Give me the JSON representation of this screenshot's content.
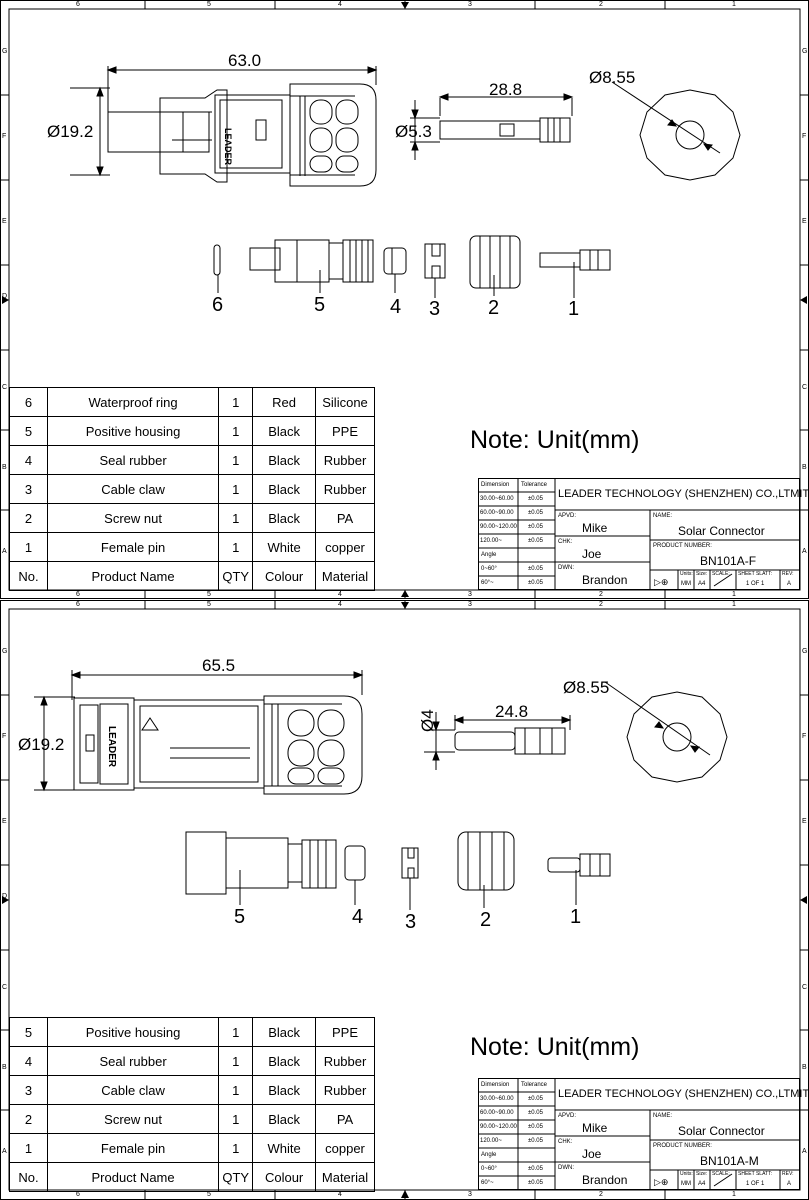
{
  "sheets": [
    {
      "dims": {
        "length": "63.0",
        "dia": "Ø19.2",
        "pin_len": "28.8",
        "pin_dia": "Ø5.3",
        "nut_dia": "Ø8.55"
      },
      "housing_text": "LEADER",
      "callouts": [
        "6",
        "5",
        "4",
        "3",
        "2",
        "1"
      ],
      "note": "Note: Unit(mm)",
      "bom": {
        "rows": [
          {
            "no": "6",
            "name": "Waterproof ring",
            "qty": "1",
            "colour": "Red",
            "material": "Silicone"
          },
          {
            "no": "5",
            "name": "Positive housing",
            "qty": "1",
            "colour": "Black",
            "material": "PPE"
          },
          {
            "no": "4",
            "name": "Seal rubber",
            "qty": "1",
            "colour": "Black",
            "material": "Rubber"
          },
          {
            "no": "3",
            "name": "Cable claw",
            "qty": "1",
            "colour": "Black",
            "material": "Rubber"
          },
          {
            "no": "2",
            "name": "Screw nut",
            "qty": "1",
            "colour": "Black",
            "material": "PA"
          },
          {
            "no": "1",
            "name": "Female pin",
            "qty": "1",
            "colour": "White",
            "material": "copper"
          }
        ],
        "header": {
          "no": "No.",
          "name": "Product Name",
          "qty": "QTY",
          "colour": "Colour",
          "material": "Material"
        }
      },
      "title_block": {
        "dimension": "Dimension",
        "tolerance": "Tolerance",
        "ranges": [
          "30.00~60.00",
          "60.00~90.00",
          "90.00~120.00",
          "120.00~"
        ],
        "tols": [
          "±0.05",
          "±0.05",
          "±0.05",
          "±0.05"
        ],
        "angle": "Angle",
        "angle_ranges": [
          "0~60°",
          "60°~"
        ],
        "angle_tols": [
          "±0.05",
          "±0.05"
        ],
        "company": "LEADER TECHNOLOGY (SHENZHEN) CO.,LTMITED",
        "apvd_label": "APVD:",
        "apvd": "Mike",
        "chk_label": "CHK:",
        "chk": "Joe",
        "dwn_label": "DWN:",
        "dwn": "Brandon",
        "name_label": "NAME:",
        "name": "Solar Connector",
        "pn_label": "PRODUCT NUMBER:",
        "pn": "BN101A-F",
        "units_label": "Units:",
        "units": "MM",
        "size_label": "Size:",
        "size": "A4",
        "scale_label": "SCALE:",
        "sheet_label": "SHEET SLATT:",
        "sheet": "1 OF 1",
        "rev_label": "REV:",
        "rev": "A"
      }
    },
    {
      "dims": {
        "length": "65.5",
        "dia": "Ø19.2",
        "pin_len": "24.8",
        "pin_dia": "Ø4",
        "nut_dia": "Ø8.55"
      },
      "housing_text": "LEADER",
      "callouts": [
        "5",
        "4",
        "3",
        "2",
        "1"
      ],
      "note": "Note: Unit(mm)",
      "bom": {
        "rows": [
          {
            "no": "5",
            "name": "Positive housing",
            "qty": "1",
            "colour": "Black",
            "material": "PPE"
          },
          {
            "no": "4",
            "name": "Seal rubber",
            "qty": "1",
            "colour": "Black",
            "material": "Rubber"
          },
          {
            "no": "3",
            "name": "Cable claw",
            "qty": "1",
            "colour": "Black",
            "material": "Rubber"
          },
          {
            "no": "2",
            "name": "Screw nut",
            "qty": "1",
            "colour": "Black",
            "material": "PA"
          },
          {
            "no": "1",
            "name": "Female pin",
            "qty": "1",
            "colour": "White",
            "material": "copper"
          }
        ],
        "header": {
          "no": "No.",
          "name": "Product Name",
          "qty": "QTY",
          "colour": "Colour",
          "material": "Material"
        }
      },
      "title_block": {
        "dimension": "Dimension",
        "tolerance": "Tolerance",
        "ranges": [
          "30.00~60.00",
          "60.00~90.00",
          "90.00~120.00",
          "120.00~"
        ],
        "tols": [
          "±0.05",
          "±0.05",
          "±0.05",
          "±0.05"
        ],
        "angle": "Angle",
        "angle_ranges": [
          "0~60°",
          "60°~"
        ],
        "angle_tols": [
          "±0.05",
          "±0.05"
        ],
        "company": "LEADER TECHNOLOGY (SHENZHEN) CO.,LTMITED",
        "apvd_label": "APVD:",
        "apvd": "Mike",
        "chk_label": "CHK:",
        "chk": "Joe",
        "dwn_label": "DWN:",
        "dwn": "Brandon",
        "name_label": "NAME:",
        "name": "Solar Connector",
        "pn_label": "PRODUCT NUMBER:",
        "pn": "BN101A-M",
        "units_label": "Units:",
        "units": "MM",
        "size_label": "Size:",
        "size": "A4",
        "scale_label": "SCALE:",
        "sheet_label": "SHEET SLATT:",
        "sheet": "1 OF 1",
        "rev_label": "REV:",
        "rev": "A"
      }
    }
  ],
  "ruler_cols": [
    "6",
    "5",
    "4",
    "3",
    "2",
    "1"
  ],
  "ruler_rows": [
    "G",
    "F",
    "E",
    "D",
    "C",
    "B",
    "A"
  ]
}
